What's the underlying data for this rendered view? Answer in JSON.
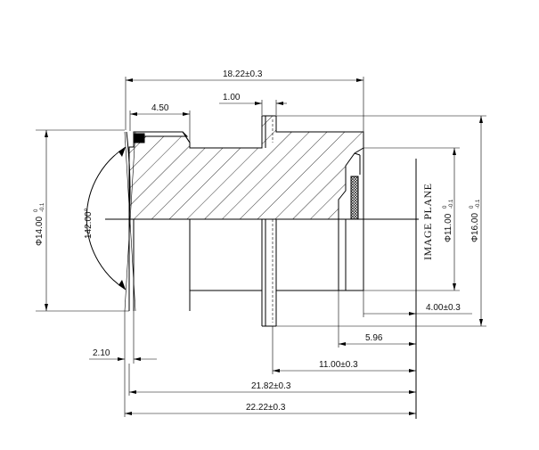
{
  "drawing": {
    "plane_label": "IMAGE PLANE",
    "dims": {
      "overall_top": "18.22±0.3",
      "flange": "4.50",
      "step": "1.00",
      "front": "2.10",
      "back_focus": "5.96",
      "mount": "11.00±0.3",
      "len_a": "21.82±0.3",
      "len_b": "22.22±0.3",
      "offset": "4.00±0.3",
      "fov": "142.00°",
      "dia_front": "Φ14.00",
      "dia_front_tol_up": "0",
      "dia_front_tol_dn": "-0.1",
      "dia_mid": "Φ11.00",
      "dia_mid_tol_up": "0",
      "dia_mid_tol_dn": "-0.1",
      "dia_rear": "Φ16.00",
      "dia_rear_tol_up": "0",
      "dia_rear_tol_dn": "-0.1"
    }
  },
  "colors": {
    "line": "#000000",
    "background": "#ffffff"
  }
}
